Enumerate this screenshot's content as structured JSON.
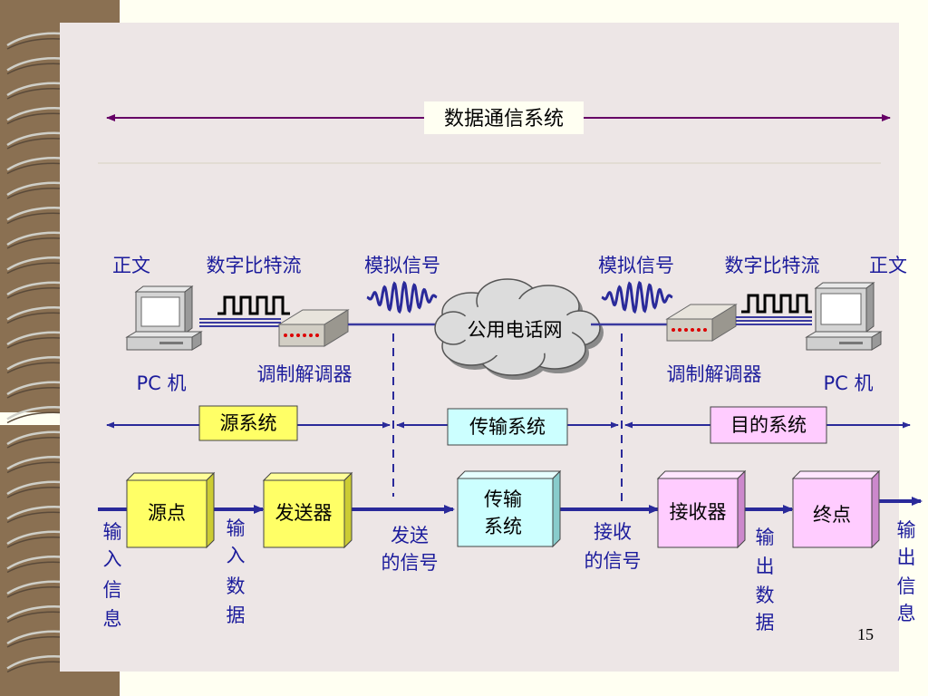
{
  "system": {
    "title": "数据通信系统"
  },
  "top": {
    "left_text": "正文",
    "left_bits": "数字比特流",
    "left_analog": "模拟信号",
    "right_analog": "模拟信号",
    "right_bits": "数字比特流",
    "right_text": "正文",
    "cloud": "公用电话网",
    "left_modem": "调制解调器",
    "right_modem": "调制解调器",
    "left_pc": "PC 机",
    "right_pc": "PC 机"
  },
  "sections": {
    "source": "源系统",
    "transmission": "传输系统",
    "destination": "目的系统"
  },
  "flow": {
    "source_point": "源点",
    "transmitter": "发送器",
    "trans_line1": "传输",
    "trans_line2": "系统",
    "receiver": "接收器",
    "destination_point": "终点",
    "input_info": [
      "输",
      "入",
      "信",
      "息"
    ],
    "input_data": [
      "输",
      "入",
      "数",
      "据"
    ],
    "sent_signal": [
      "发送",
      "的信号"
    ],
    "received_signal": [
      "接收",
      "的信号"
    ],
    "output_data": [
      "输",
      "出",
      "数",
      "据"
    ],
    "output_info": [
      "输",
      "出",
      "信",
      "息"
    ]
  },
  "page_number": "15",
  "colors": {
    "purple": "#660066",
    "blue": "#2a2a9a",
    "label_blue": "#1c1c9c",
    "yellow": "#ffff66",
    "cyan": "#ccffff",
    "pink": "#ffccff",
    "binder_brown": "#8a7052"
  }
}
